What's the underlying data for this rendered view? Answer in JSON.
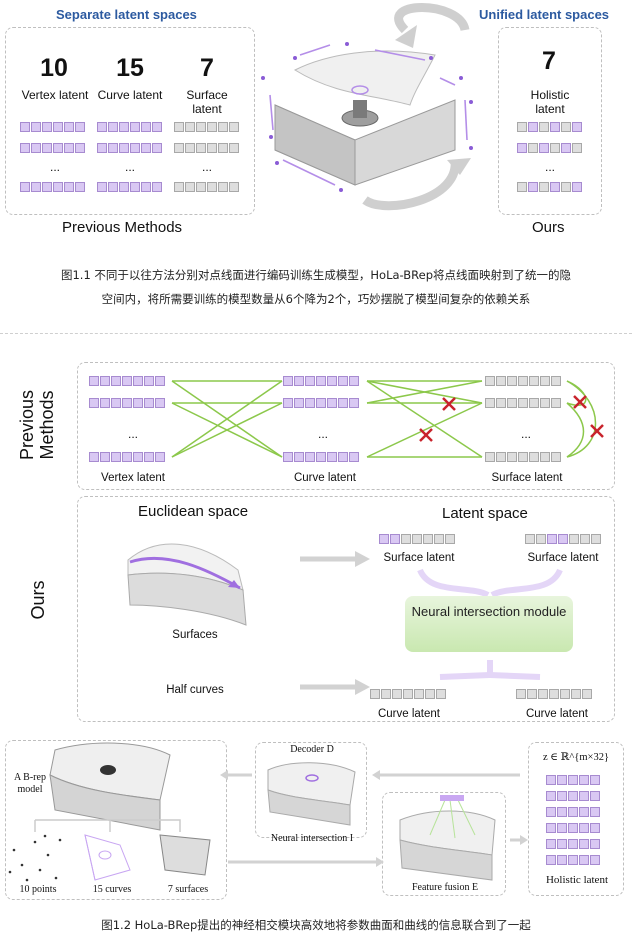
{
  "fig1": {
    "left_header": "Separate latent spaces",
    "right_header": "Unified latent spaces",
    "counts": {
      "vertex": "10",
      "curve": "15",
      "surface": "7",
      "holistic": "7"
    },
    "labels": {
      "vertex": "Vertex latent",
      "curve": "Curve latent",
      "surface": "Surface latent",
      "holistic": "Holistic latent"
    },
    "ellipsis": "...",
    "prev_methods": "Previous Methods",
    "ours": "Ours",
    "caption_line1": "图1.1 不同于以往方法分别对点线面进行编码训练生成模型，HoLa-BRep将点线面映射到了统一的隐",
    "caption_line2": "空间内，将所需要训练的模型数量从6个降为2个，巧妙摆脱了模型间复杂的依赖关系"
  },
  "fig2": {
    "prev_label": "Previous Methods",
    "ours_label": "Ours",
    "vertex_latent": "Vertex latent",
    "curve_latent": "Curve latent",
    "surface_latent": "Surface latent",
    "ellipsis": "...",
    "euclidean_space": "Euclidean space",
    "latent_space": "Latent space",
    "surfaces": "Surfaces",
    "half_curves": "Half curves",
    "nim": "Neural intersection module",
    "surface_latent_a": "Surface latent",
    "surface_latent_b": "Surface latent",
    "curve_latent_a": "Curve latent",
    "curve_latent_b": "Curve latent"
  },
  "fig3": {
    "brep_model": "A B-rep model",
    "points": "10 points",
    "curves": "15 curves",
    "surfaces": "7 surfaces",
    "decoder": "Decoder D",
    "neural_intersection": "Neural intersection I",
    "feature_fusion": "Feature fusion E",
    "z_formula": "z ∈ ℝ^{m×32}",
    "holistic_latent": "Holistic latent",
    "caption": "图1.2 HoLa-BRep提出的神经相交模块高效地将参数曲面和曲线的信息联合到了一起"
  },
  "colors": {
    "header_blue": "#2c5aa0",
    "latent_purple": "#d9c8f3",
    "latent_gray": "#dedede",
    "edge_green": "#8cc84b",
    "cross_red": "#c8232c",
    "module_green": "#c9e8b0"
  }
}
